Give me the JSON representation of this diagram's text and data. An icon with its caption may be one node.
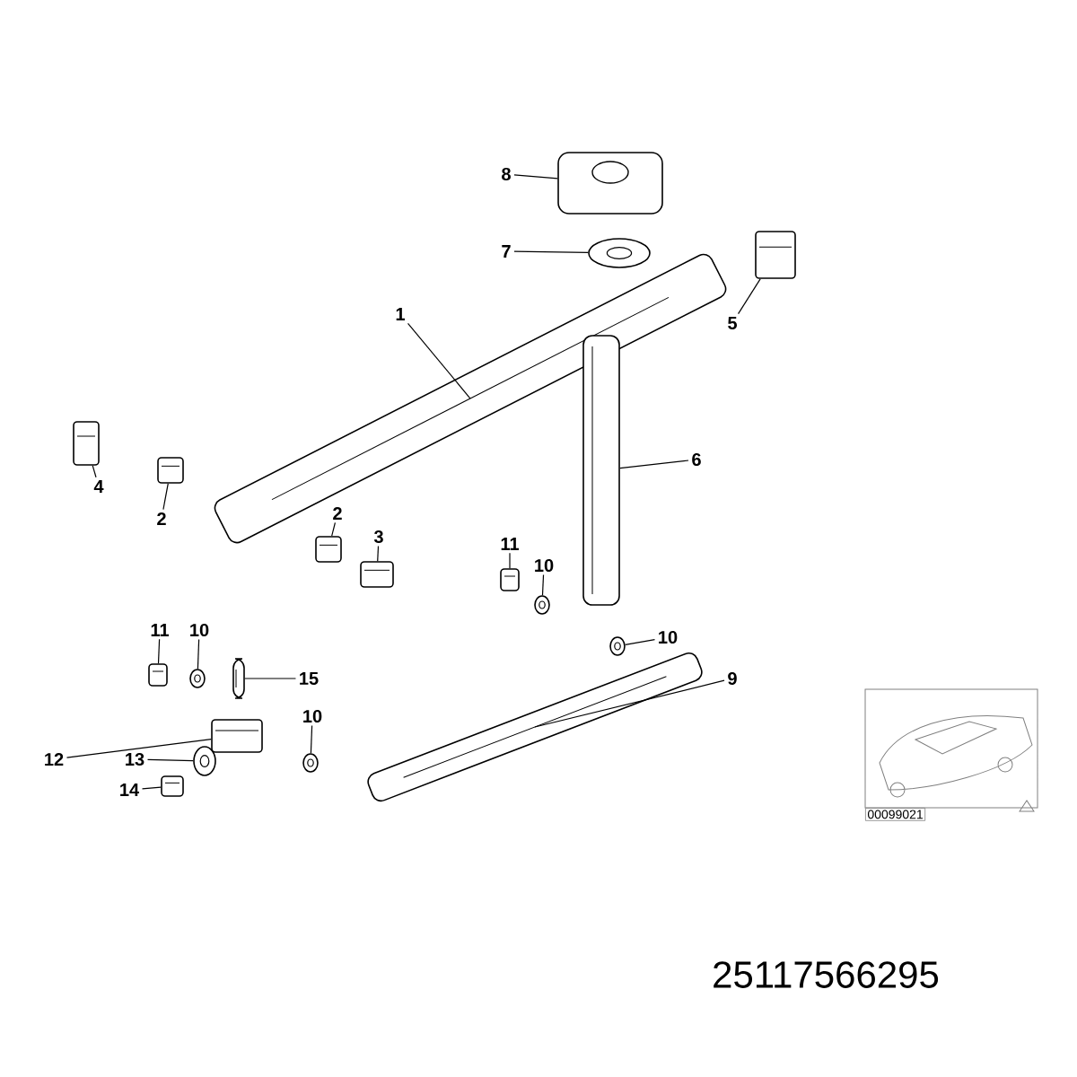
{
  "diagram": {
    "nodes": [
      {
        "text": [
          "8"
        ]
      },
      {
        "text": [],
        "shape": "picture"
      },
      {
        "text": [
          "7"
        ]
      },
      {
        "text": [],
        "shape": "picture"
      },
      {
        "text": [
          "1"
        ]
      },
      {
        "text": [],
        "shape": "picture"
      },
      {
        "text": [
          "5"
        ]
      },
      {
        "text": [],
        "shape": "picture"
      },
      {
        "text": [
          "6"
        ]
      },
      {
        "text": [],
        "shape": "picture"
      },
      {
        "text": [
          "4"
        ]
      },
      {
        "text": [],
        "shape": "picture"
      },
      {
        "text": [
          "2"
        ]
      },
      {
        "text": [],
        "shape": "picture"
      },
      {
        "text": [
          "2"
        ]
      },
      {
        "text": [],
        "shape": "picture"
      },
      {
        "text": [
          "3"
        ]
      },
      {
        "text": [],
        "shape": "picture"
      },
      {
        "text": [
          "11"
        ]
      },
      {
        "text": [],
        "shape": "picture"
      },
      {
        "text": [
          "10"
        ]
      },
      {
        "text": [],
        "shape": "picture"
      },
      {
        "text": [
          "10"
        ]
      },
      {
        "text": [],
        "shape": "picture"
      },
      {
        "text": [
          "9"
        ]
      },
      {
        "text": [],
        "shape": "picture"
      },
      {
        "text": [
          "11"
        ]
      },
      {
        "text": [],
        "shape": "picture"
      },
      {
        "text": [
          "10"
        ]
      },
      {
        "text": [],
        "shape": "picture"
      },
      {
        "text": [
          "15"
        ]
      },
      {
        "text": [],
        "shape": "picture"
      },
      {
        "text": [
          "10"
        ]
      },
      {
        "text": [],
        "shape": "picture"
      },
      {
        "text": [
          "12"
        ]
      },
      {
        "text": [],
        "shape": "picture"
      },
      {
        "text": [
          "13"
        ]
      },
      {
        "text": [],
        "shape": "picture"
      },
      {
        "text": [
          "14"
        ]
      },
      {
        "text": [],
        "shape": "picture"
      }
    ],
    "edges": [
      {
        "from": 0,
        "to": 1,
        "arrow": "none"
      },
      {
        "from": 2,
        "to": 3,
        "arrow": "none"
      },
      {
        "from": 4,
        "to": 5,
        "arrow": "none"
      },
      {
        "from": 6,
        "to": 7,
        "arrow": "none"
      },
      {
        "from": 8,
        "to": 9,
        "arrow": "none"
      },
      {
        "from": 10,
        "to": 11,
        "arrow": "none"
      },
      {
        "from": 12,
        "to": 13,
        "arrow": "none"
      },
      {
        "from": 14,
        "to": 15,
        "arrow": "none"
      },
      {
        "from": 16,
        "to": 17,
        "arrow": "none"
      },
      {
        "from": 18,
        "to": 19,
        "arrow": "none"
      },
      {
        "from": 20,
        "to": 21,
        "arrow": "none"
      },
      {
        "from": 22,
        "to": 23,
        "arrow": "none"
      },
      {
        "from": 24,
        "to": 25,
        "arrow": "none"
      },
      {
        "from": 26,
        "to": 27,
        "arrow": "none"
      },
      {
        "from": 28,
        "to": 29,
        "arrow": "none"
      },
      {
        "from": 30,
        "to": 31,
        "arrow": "none"
      },
      {
        "from": 32,
        "to": 33,
        "arrow": "none"
      },
      {
        "from": 34,
        "to": 35,
        "arrow": "none"
      },
      {
        "from": 36,
        "to": 37,
        "arrow": "none"
      },
      {
        "from": 38,
        "to": 39,
        "arrow": "none"
      }
    ],
    "labels": [
      "00099021",
      "25117566295"
    ]
  }
}
